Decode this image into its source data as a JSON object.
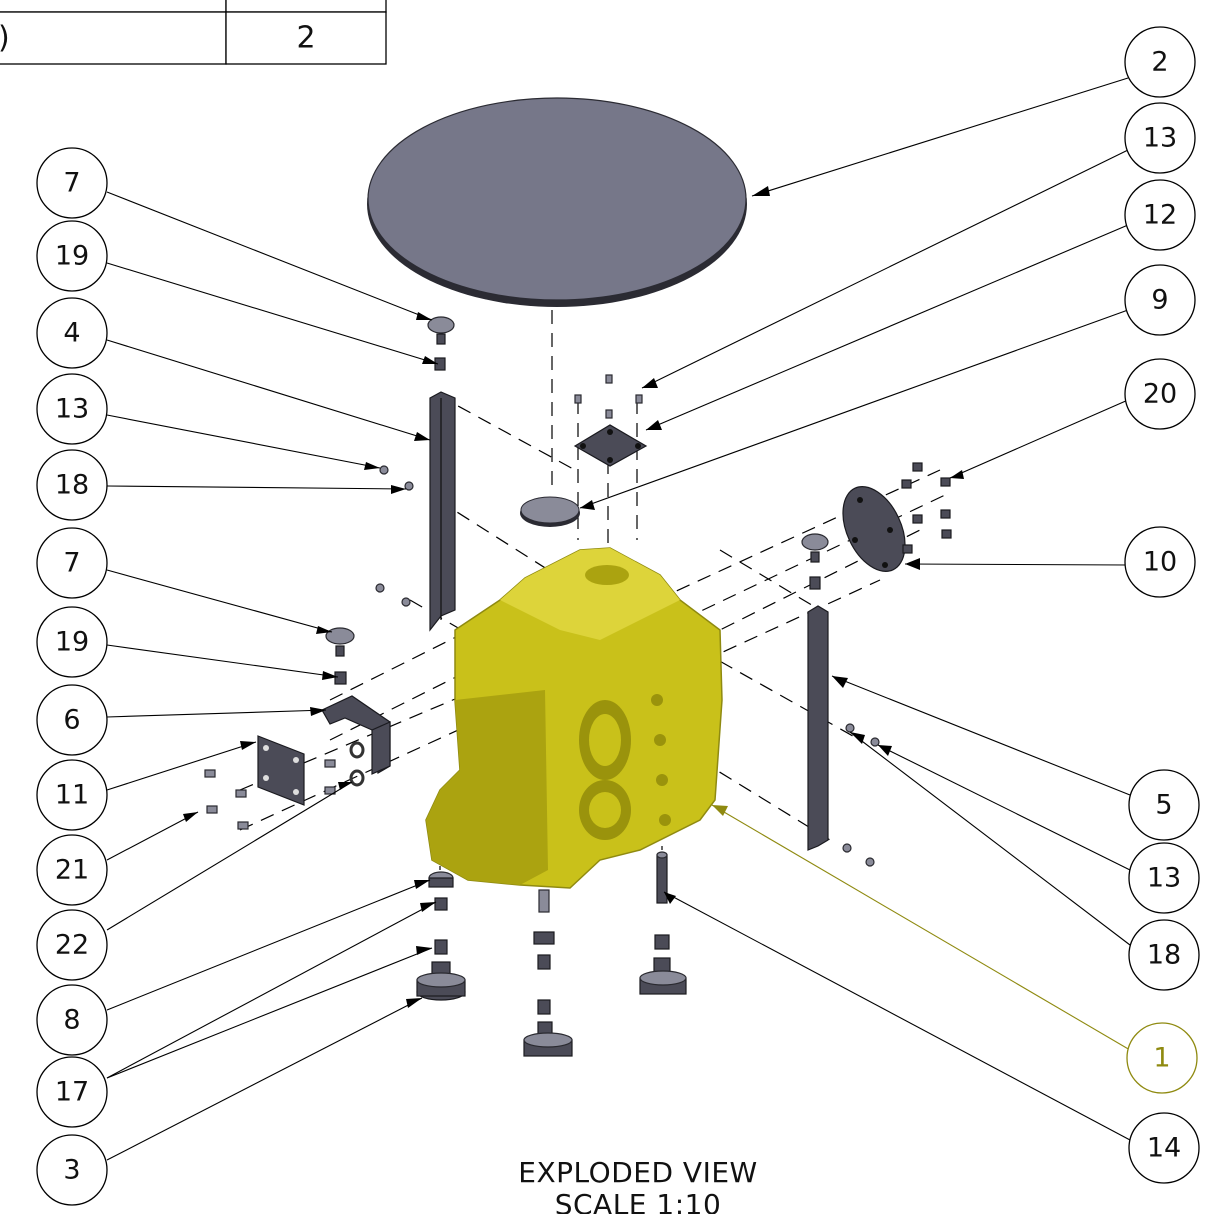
{
  "table": {
    "row_top_right": "",
    "row_bottom_left": ")",
    "row_bottom_right": "2"
  },
  "caption": {
    "line1": "EXPLODED VIEW",
    "line2": "SCALE 1:10"
  },
  "balloons": {
    "b2": "2",
    "b13a": "13",
    "b12": "12",
    "b9": "9",
    "b20": "20",
    "b10": "10",
    "b5": "5",
    "b13b": "13",
    "b18b": "18",
    "b1": "1",
    "b14": "14",
    "b7a": "7",
    "b19a": "19",
    "b4": "4",
    "b13c": "13",
    "b18a": "18",
    "b7b": "7",
    "b19b": "19",
    "b6": "6",
    "b11": "11",
    "b21": "21",
    "b22": "22",
    "b8": "8",
    "b17": "17",
    "b3": "3"
  },
  "colors": {
    "balloon_stroke": "#000000",
    "highlight_balloon": "#8f8a10",
    "engine_block": "#c9c11a",
    "plate_dark": "#4b4b57",
    "disc_grey": "#767789"
  }
}
